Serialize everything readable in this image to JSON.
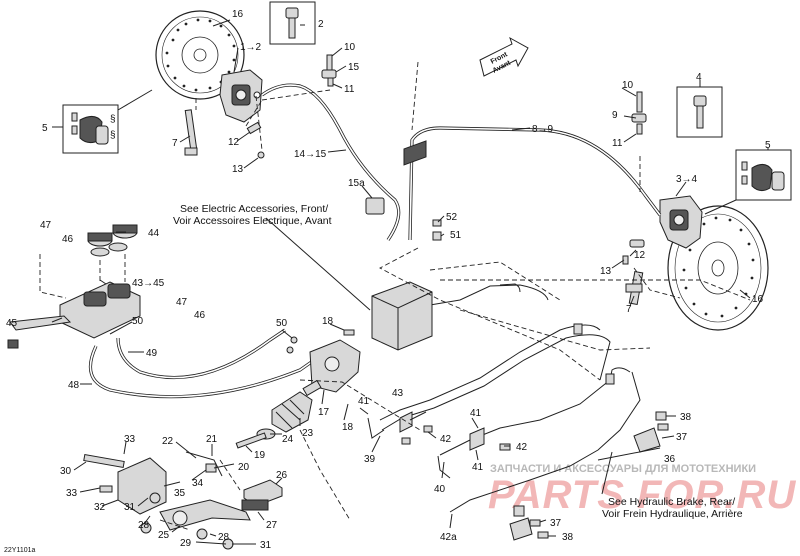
{
  "diagram": {
    "callouts": {
      "c16_top": "16",
      "c1_2": "1→2",
      "c2": "2",
      "c5_left": "5",
      "c7_left": "7",
      "c12_left": "12",
      "c13_left": "13",
      "c14_15": "14→15",
      "c10_top": "10",
      "c15_top": "15",
      "c11_top": "11",
      "c15a": "15a",
      "c8_9": "8→9",
      "c4": "4",
      "c10_right": "10",
      "c9_right": "9",
      "c11_right": "11",
      "c5_right": "5",
      "c3_4": "3→4",
      "c16_right": "16",
      "c13_right": "13",
      "c12_right": "12",
      "c7_right": "7",
      "c52": "52",
      "c51": "51",
      "c47_top": "47",
      "c46_top": "46",
      "c44": "44",
      "c43_45": "43→45",
      "c47_mid": "47",
      "c46_mid": "46",
      "c45": "45",
      "c50_left": "50",
      "c49": "49",
      "c48": "48",
      "c50_mid": "50",
      "c18_top": "18",
      "c17": "17",
      "c18_bot": "18",
      "c23": "23",
      "c24": "24",
      "c19": "19",
      "c20": "20",
      "c21": "21",
      "c22": "22",
      "c33_top": "33",
      "c30": "30",
      "c33_bot": "33",
      "c32": "32",
      "c31_left": "31",
      "c35": "35",
      "c34": "34",
      "c28_left": "28",
      "c25": "25",
      "c26": "26",
      "c27": "27",
      "c28_bot": "28",
      "c29": "29",
      "c31_bot": "31",
      "c41_left": "41",
      "c43": "43",
      "c39": "39",
      "c41_right": "41",
      "c42_top": "42",
      "c42_right": "42",
      "c41_bot": "41",
      "c40": "40",
      "c42a": "42a",
      "c38_top": "38",
      "c37_top": "37",
      "c36": "36",
      "c37_bot": "37",
      "c38_bot": "38"
    },
    "notes": {
      "electric_line1": "See Electric Accessories, Front/",
      "electric_line2": "Voir Accessoires Electrique, Avant",
      "rear_line1": "See Hydraulic Brake, Rear/",
      "rear_line2": "Voir Frein Hydraulique, Arrière",
      "front_arrow_line1": "Front",
      "front_arrow_line2": "Avant"
    },
    "figure_id": "22Y1101a",
    "watermark": {
      "top_text": "ЗАПЧАСТИ И АКСЕССУАРЫ ДЛЯ МОТОТЕХНИКИ",
      "logo_text": "PARTS FOR.RU"
    }
  }
}
